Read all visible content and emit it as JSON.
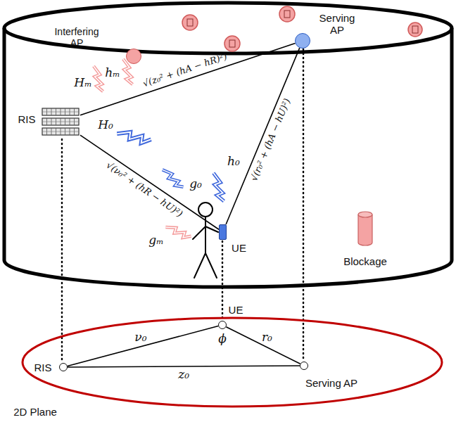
{
  "diagram": {
    "nodes": [
      {
        "text": [
          "Interfering AP"
        ]
      },
      {
        "text": [
          "Serving AP"
        ]
      },
      {
        "text": [
          "RIS"
        ]
      },
      {
        "text": [
          "UE"
        ]
      },
      {
        "text": [
          "Blockage"
        ]
      },
      {
        "text": [
          "2D Plane"
        ]
      },
      {
        "text": [
          "RIS"
        ],
        "in": 5
      },
      {
        "text": [
          "UE"
        ],
        "in": 5
      },
      {
        "text": [
          "Serving AP"
        ],
        "in": 5
      }
    ],
    "edges": [
      {
        "from": 2,
        "to": 1,
        "arrow": "none",
        "label": "√(z₀² + (hA − hR)²)"
      },
      {
        "from": 2,
        "to": 3,
        "arrow": "none",
        "label": "√(ν₀² + (hR − hU)²)"
      },
      {
        "from": 1,
        "to": 3,
        "arrow": "none",
        "label": "√(r₀² + (hA − hU)²)"
      },
      {
        "from": 6,
        "to": 7,
        "arrow": "none",
        "label": "ν₀"
      },
      {
        "from": 7,
        "to": 8,
        "arrow": "none",
        "label": "r₀"
      },
      {
        "from": 6,
        "to": 8,
        "arrow": "none",
        "label": "z₀"
      }
    ],
    "labels": [
      "Hₘ",
      "hₘ",
      "H₀",
      "g₀",
      "h₀",
      "gₘ",
      "ϕ"
    ]
  }
}
